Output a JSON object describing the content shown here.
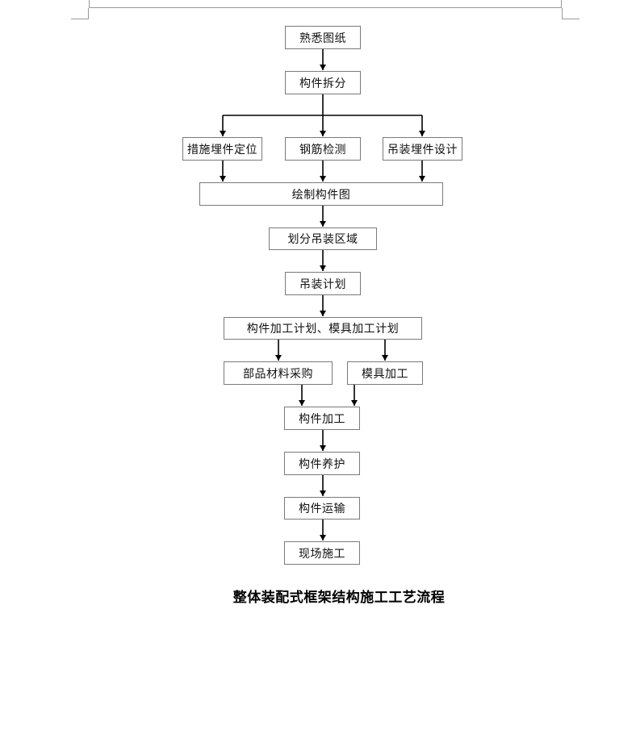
{
  "header_fragment": "",
  "nodes": {
    "n1": "熟悉图纸",
    "n2": "构件拆分",
    "n3a": "措施埋件定位",
    "n3b": "钢筋检测",
    "n3c": "吊装埋件设计",
    "n4": "绘制构件图",
    "n5": "划分吊装区域",
    "n6": "吊装计划",
    "n7": "构件加工计划、模具加工计划",
    "n8a": "部品材料采购",
    "n8b": "模具加工",
    "n9": "构件加工",
    "n10": "构件养护",
    "n11": "构件运输",
    "n12": "现场施工"
  },
  "caption": "整体装配式框架结构施工工艺流程",
  "colors": {
    "box_border": "#7a7a7a",
    "arrow": "#000000",
    "page_line": "#9a9a9a"
  }
}
